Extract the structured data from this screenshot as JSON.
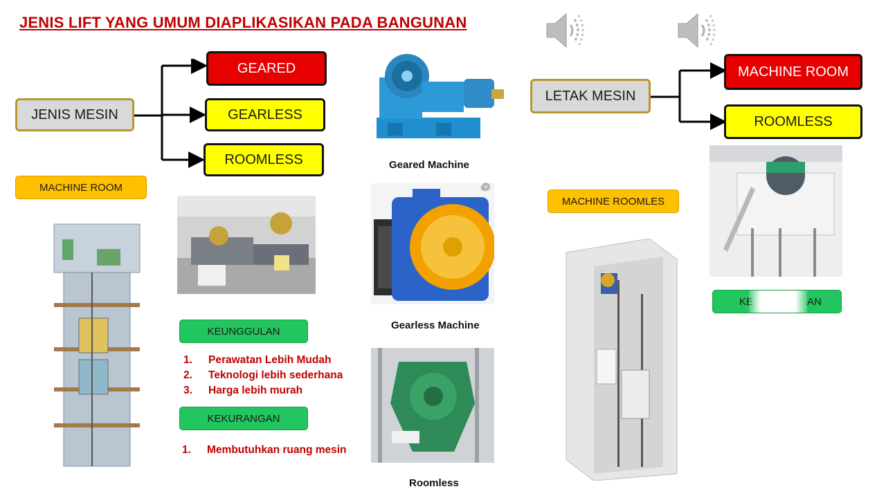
{
  "title": "JENIS LIFT YANG UMUM DIAPLIKASIKAN PADA BANGUNAN",
  "left_diagram": {
    "root": "JENIS MESIN",
    "branches": [
      "GEARED",
      "GEARLESS",
      "ROOMLESS"
    ]
  },
  "right_diagram": {
    "root": "LETAK MESIN",
    "branches": [
      "MACHINE ROOM",
      "ROOMLESS"
    ]
  },
  "tags": {
    "machine_room": "MACHINE ROOM",
    "machine_roomles": "MACHINE ROOMLES",
    "keunggulan": "KEUNGGULAN",
    "kekurangan": "KEKURANGAN",
    "partial_tag": "KE",
    "partial_tag_end": "AN"
  },
  "captions": {
    "geared": "Geared Machine",
    "gearless": "Gearless Machine",
    "roomless": "Roomless"
  },
  "keunggulan_list": [
    {
      "num": "1.",
      "text": "Perawatan Lebih Mudah"
    },
    {
      "num": "2.",
      "text": "Teknologi lebih sederhana"
    },
    {
      "num": "3.",
      "text": "Harga lebih murah"
    }
  ],
  "kekurangan_list": [
    {
      "num": "1.",
      "text": "Membutuhkan ruang mesin"
    }
  ],
  "icons": {
    "speaker_1": "speaker-icon",
    "speaker_2": "speaker-icon"
  },
  "colors": {
    "title": "#c00000",
    "red_box": "#e60000",
    "yellow_box": "#ffff00",
    "gold_tag": "#ffc000",
    "green_tag": "#22c55e"
  }
}
